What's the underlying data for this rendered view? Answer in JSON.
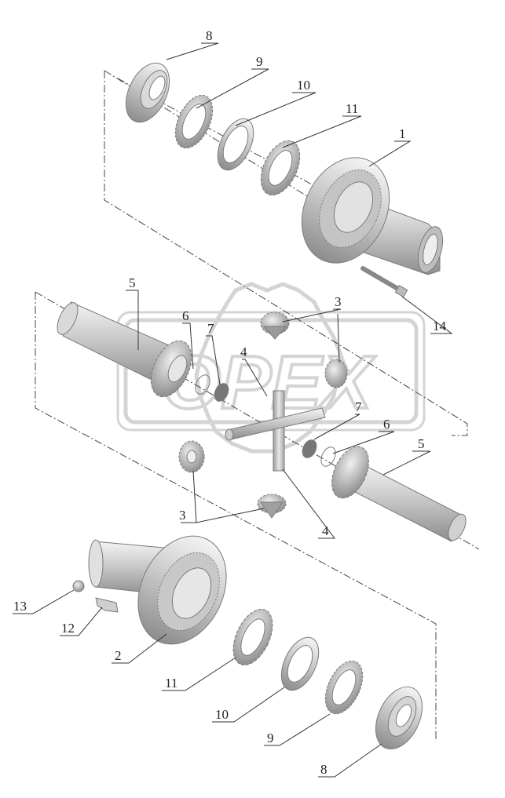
{
  "watermark": {
    "text": "OPEX"
  },
  "callouts": [
    {
      "id": "c8_top",
      "label": "8"
    },
    {
      "id": "c9_top",
      "label": "9"
    },
    {
      "id": "c10_top",
      "label": "10"
    },
    {
      "id": "c11_top",
      "label": "11"
    },
    {
      "id": "c1",
      "label": "1"
    },
    {
      "id": "c14",
      "label": "14"
    },
    {
      "id": "c5_left",
      "label": "5"
    },
    {
      "id": "c6_left",
      "label": "6"
    },
    {
      "id": "c7_left",
      "label": "7"
    },
    {
      "id": "c4_top",
      "label": "4"
    },
    {
      "id": "c3_top",
      "label": "3"
    },
    {
      "id": "c7_right",
      "label": "7"
    },
    {
      "id": "c6_right",
      "label": "6"
    },
    {
      "id": "c5_right",
      "label": "5"
    },
    {
      "id": "c3_bottom",
      "label": "3"
    },
    {
      "id": "c4_bottom",
      "label": "4"
    },
    {
      "id": "c13",
      "label": "13"
    },
    {
      "id": "c12",
      "label": "12"
    },
    {
      "id": "c2",
      "label": "2"
    },
    {
      "id": "c11_bottom",
      "label": "11"
    },
    {
      "id": "c10_bottom",
      "label": "10"
    },
    {
      "id": "c9_bottom",
      "label": "9"
    },
    {
      "id": "c8_bottom",
      "label": "8"
    }
  ]
}
